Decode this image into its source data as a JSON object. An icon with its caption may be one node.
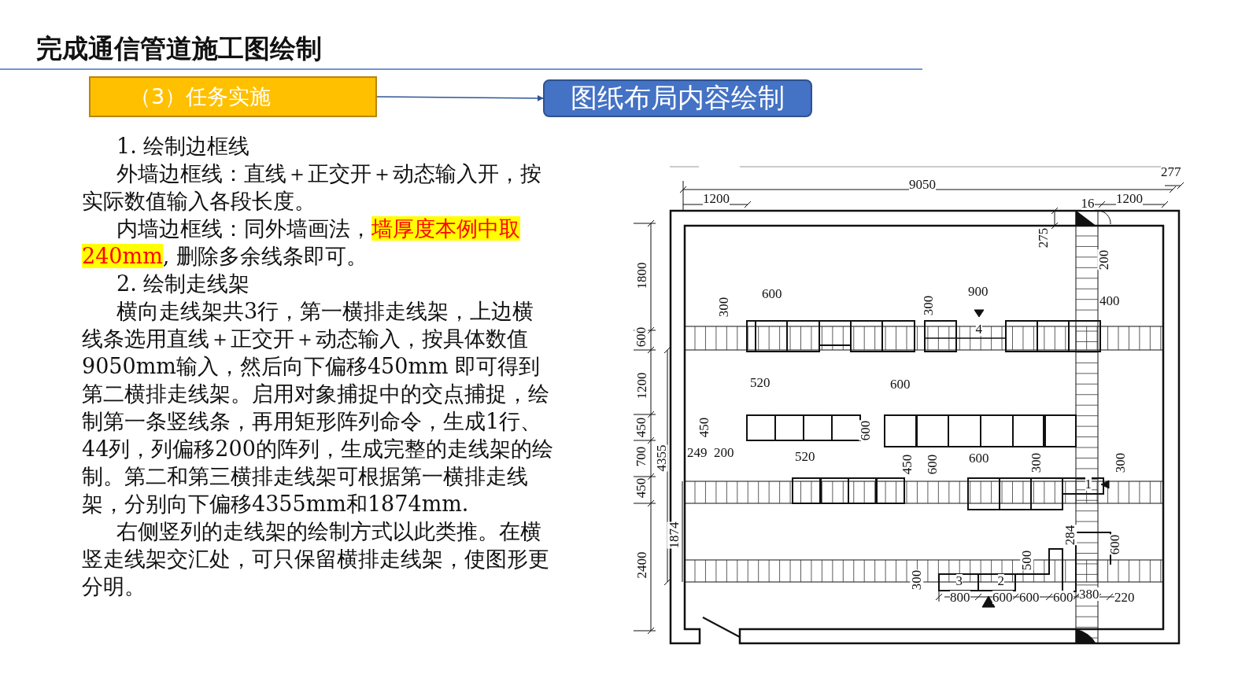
{
  "diagram": {
    "title": "完成通信管道施工图绘制",
    "nodes": [
      {
        "text": [
          "（3）任务实施"
        ]
      },
      {
        "text": [
          "图纸布局内容绘制"
        ]
      }
    ],
    "edges": [
      {
        "from": 0,
        "to": 1,
        "arrow": "to"
      }
    ],
    "labels": [
      "1. 绘制边框线",
      "外墙边框线：直线＋正交开＋动态输入开，按实际数值输入各段长度。",
      "内墙边框线：同外墙画法，**墙厚度本例中取240mm**, 删除多余线条即可。",
      "2. 绘制走线架",
      "横向走线架共3行，第一横排走线架，上边横线条选用直线＋正交开＋动态输入，按具体数值9050mm输入，然后向下偏移450mm 即可得到第二横排走线架。启用对象捕捉中的交点捕捉，绘制第一条竖线条，再用矩形阵列命令，生成1行、44列，列偏移200的阵列，生成完整的走线架的绘制。第二和第三横排走线架可根据第一横排走线架，分别向下偏移4355mm和1874mm.",
      "右侧竖列的走线架的绘制方式以此类推。在横竖走线架交汇处，可只保留横排走线架，使图形更分明。",
      "277",
      "9050",
      "1200",
      "16",
      "1200",
      "275",
      "200",
      "1800",
      "600",
      "300",
      "300",
      "900",
      "400",
      "4",
      "600",
      "520",
      "600",
      "1200",
      "450",
      "450",
      "600",
      "700",
      "4355",
      "249",
      "200",
      "520",
      "450",
      "600",
      "600",
      "300",
      "300",
      "1",
      "450",
      "1874",
      "284",
      "600",
      "500",
      "2400",
      "300",
      "3",
      "2",
      "800",
      "600",
      "600",
      "600",
      "380",
      "220"
    ]
  }
}
